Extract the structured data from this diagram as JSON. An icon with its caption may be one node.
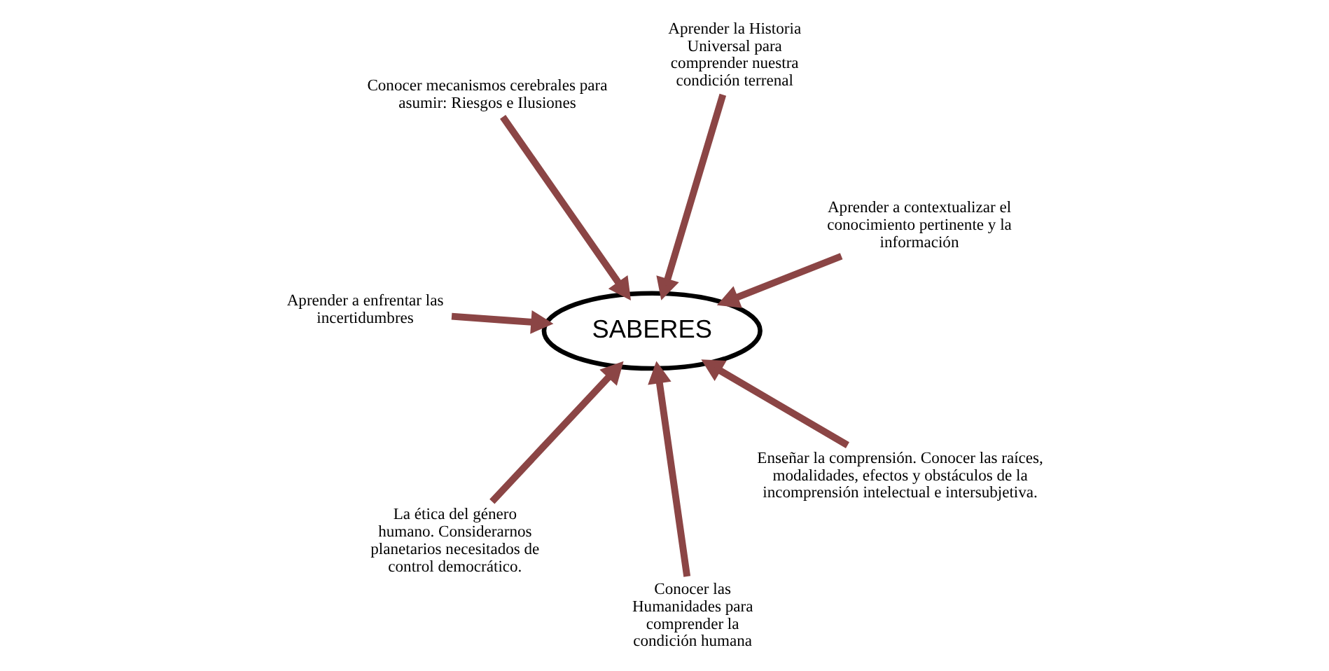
{
  "diagram": {
    "nodes": [
      {
        "text": [
          "Conocer mecanismos cerebrales para asumir: Riesgos e Ilusiones"
        ]
      },
      {
        "text": [
          "Aprender a contextualizar el conocimiento pertinente y la información"
        ]
      },
      {
        "text": [
          "Conocer las Humanidades para comprender la condición humana"
        ]
      },
      {
        "text": [
          "SABERES"
        ]
      },
      {
        "text": [
          "Aprender la Historia Universal para comprender nuestra condición terrenal"
        ]
      },
      {
        "text": [
          "Aprender a enfrentar las incertidumbres"
        ]
      },
      {
        "text": [
          "La ética del género humano. Considerarnos planetarios necesitados de control democrático."
        ]
      },
      {
        "text": [
          "Enseñar la comprensión. Conocer las raíces, modalidades, efectos y obstáculos de la incomprensión intelectual e intersubjetiva."
        ]
      }
    ],
    "edges": [
      {
        "from": 0,
        "to": 3,
        "arrow": "to"
      },
      {
        "from": 1,
        "to": 3,
        "arrow": "to"
      },
      {
        "from": 2,
        "to": 3,
        "arrow": "to"
      },
      {
        "from": 4,
        "to": 3,
        "arrow": "to"
      },
      {
        "from": 5,
        "to": 3,
        "arrow": "to"
      },
      {
        "from": 6,
        "to": 3,
        "arrow": "to"
      },
      {
        "from": 7,
        "to": 3,
        "arrow": "to"
      }
    ]
  }
}
